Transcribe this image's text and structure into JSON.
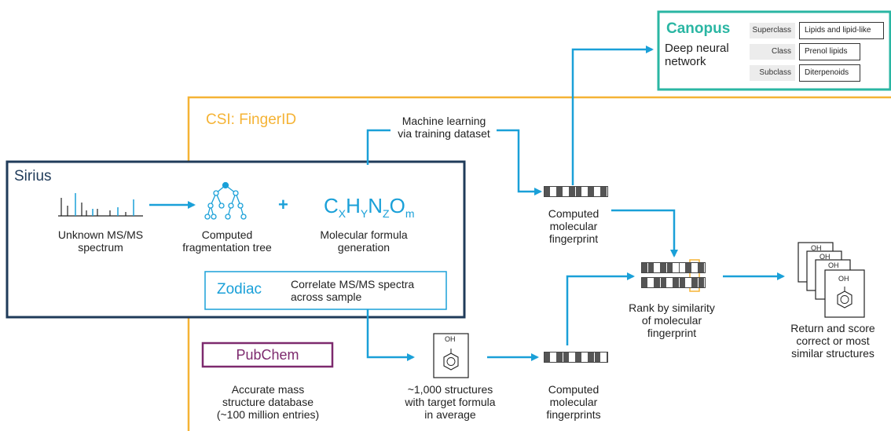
{
  "colors": {
    "sirius": "#1f3b5a",
    "csi": "#f5b335",
    "canopus": "#2ab6a3",
    "arrow": "#1aa0d8",
    "pubchem": "#7d2a6e",
    "zodiac": "#1aa0d8",
    "fingerprint_dark": "#555555"
  },
  "canopus": {
    "title": "Canopus",
    "desc_line1": "Deep neural",
    "desc_line2": "network",
    "rows": [
      {
        "key": "Superclass",
        "value": "Lipids and lipid-like"
      },
      {
        "key": "Class",
        "value": "Prenol lipids"
      },
      {
        "key": "Subclass",
        "value": "Diterpenoids"
      }
    ]
  },
  "csi": {
    "title": "CSI: FingerID"
  },
  "sirius": {
    "title": "Sirius",
    "spectrum_line1": "Unknown MS/MS",
    "spectrum_line2": "spectrum",
    "tree_line1": "Computed",
    "tree_line2": "fragmentation tree",
    "plus": "+",
    "formula_line1": "Molecular formula",
    "formula_line2": "generation",
    "formula": {
      "C": "C",
      "X": "X",
      "H": "H",
      "Y": "Y",
      "N": "N",
      "Z": "Z",
      "O": "O",
      "m": "m"
    }
  },
  "zodiac": {
    "title": "Zodiac",
    "desc_line1": "Correlate MS/MS spectra",
    "desc_line2": "across sample"
  },
  "ml": {
    "line1": "Machine learning",
    "line2": "via training dataset"
  },
  "computed_fp": {
    "line1": "Computed",
    "line2": "molecular",
    "line3": "fingerprint"
  },
  "computed_fps": {
    "line1": "Computed",
    "line2": "molecular",
    "line3": "fingerprints"
  },
  "rank": {
    "line1": "Rank by similarity",
    "line2": "of molecular",
    "line3": "fingerprint"
  },
  "result": {
    "line1": "Return and score",
    "line2": "correct or most",
    "line3": "similar structures"
  },
  "pubchem": {
    "title": "PubChem",
    "line1": "Accurate mass",
    "line2": "structure database",
    "line3": "(~100 million entries)"
  },
  "structures": {
    "line1": "~1,000 structures",
    "line2": "with target formula",
    "line3": "in average"
  },
  "oh_label": "OH"
}
